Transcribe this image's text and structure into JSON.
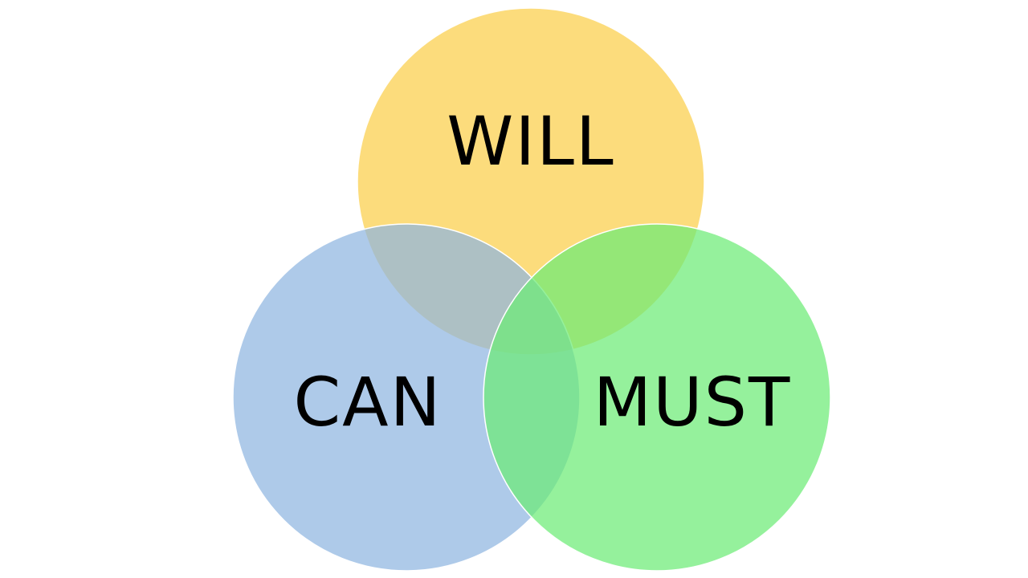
{
  "diagram": {
    "type": "venn",
    "sets": [
      {
        "id": "will",
        "label": "WILL",
        "color": "#FBCF4A"
      },
      {
        "id": "can",
        "label": "CAN",
        "color": "#8FB6E0"
      },
      {
        "id": "must",
        "label": "MUST",
        "color": "#6CEB76"
      }
    ],
    "background": "#FFFFFF",
    "text_color": "#000000"
  }
}
